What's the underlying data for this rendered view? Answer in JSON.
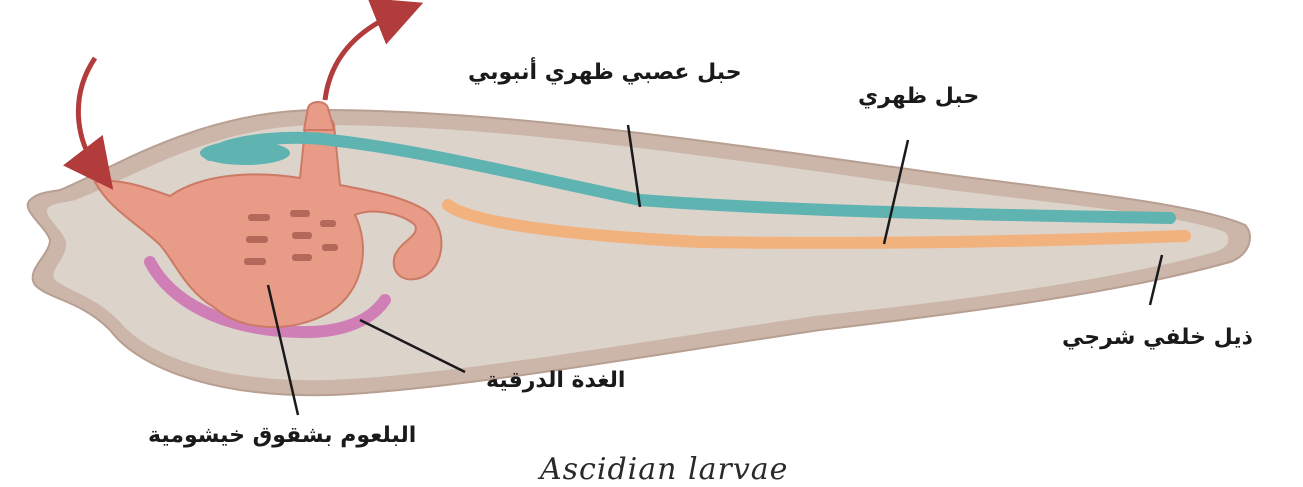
{
  "labels": {
    "dorsal_hollow_nerve_cord": "حبل عصبي ظهري أنبوبي",
    "notochord": "حبل ظهري",
    "post_anal_tail": "ذيل خلفي شرجي",
    "thyroid_gland": "الغدة الدرقية",
    "pharynx_with_gill_slits": "البلعوم بشقوق خيشومية"
  },
  "caption": "Ascidian larvae",
  "colors": {
    "body_fill": "#dcd3cb",
    "body_outline": "#b79f92",
    "nerve_cord": "#5fb3b0",
    "notochord": "#f2b27e",
    "pharynx": "#e89b86",
    "thyroid": "#cf7fb6",
    "arrow": "#b23b3b"
  }
}
